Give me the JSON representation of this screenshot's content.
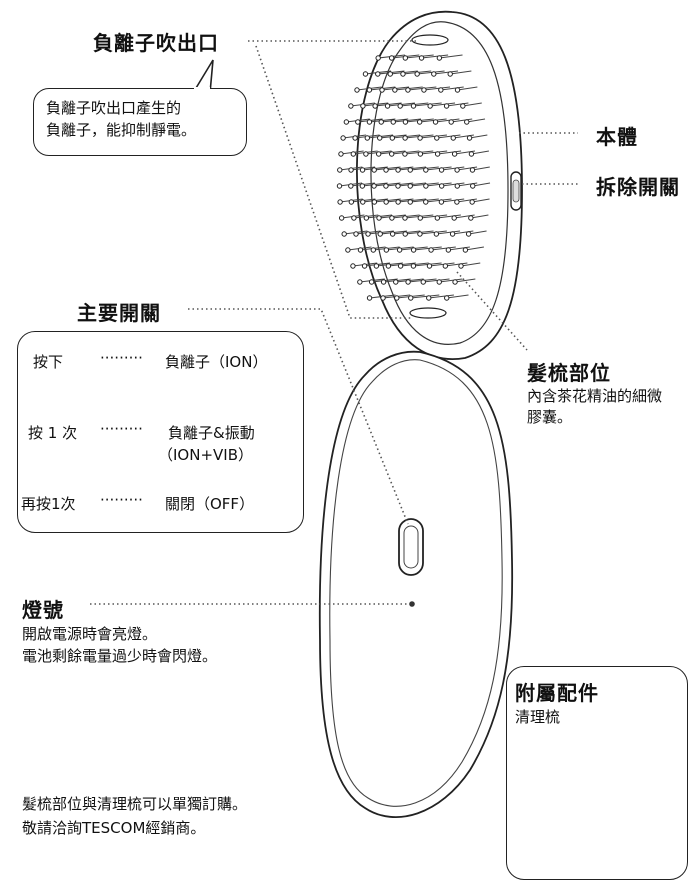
{
  "labels": {
    "ion_outlet": "負離子吹出口",
    "body": "本體",
    "release_switch": "拆除開關",
    "main_switch": "主要開關",
    "comb_section": "髮梳部位",
    "lamp": "燈號",
    "accessory_title": "附屬配件"
  },
  "callout": {
    "line1": "負離子吹出口產生的",
    "line2": "負離子，能抑制靜電。"
  },
  "comb_desc": {
    "line1": "內含茶花精油的細微",
    "line2": "膠囊。"
  },
  "steps": [
    {
      "action": "按下",
      "dots": "·········",
      "result": "負離子（ION）",
      "result2": ""
    },
    {
      "action": "按 1 次",
      "dots": "·········",
      "result": "負離子&振動",
      "result2": "（ION+VIB）"
    },
    {
      "action": "再按1次",
      "dots": "·········",
      "result": "關閉（OFF）",
      "result2": ""
    }
  ],
  "lamp_desc": {
    "line1": "開啟電源時會亮燈。",
    "line2": "電池剩餘電量過少時會閃燈。"
  },
  "accessory_item": "清理梳",
  "footer": {
    "line1": "髮梳部位與清理梳可以單獨訂購。",
    "line2": "敬請洽詢TESCOM經銷商。"
  }
}
